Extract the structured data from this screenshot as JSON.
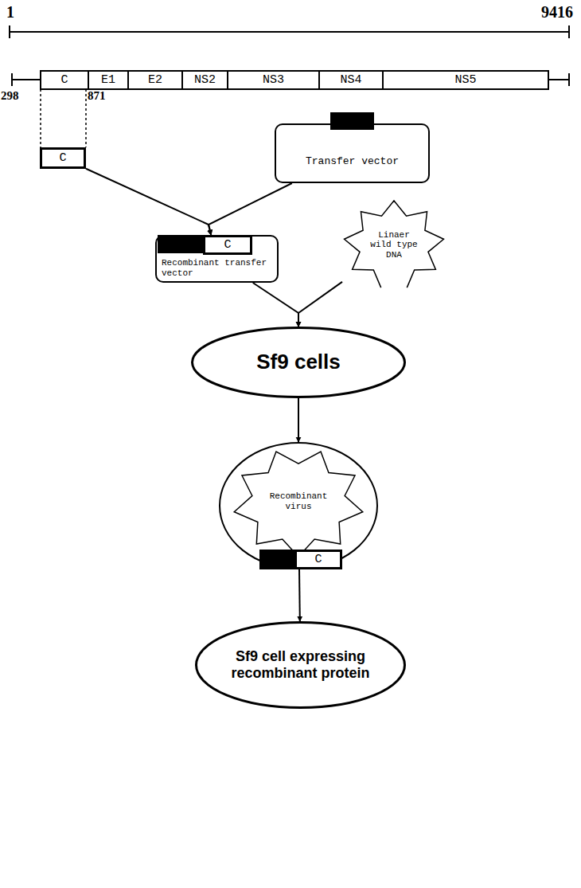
{
  "diagram": {
    "nodes": [
      {
        "text": [
          "C"
        ]
      },
      {
        "text": [
          "E1"
        ]
      },
      {
        "text": [
          "E2"
        ]
      },
      {
        "text": [
          "NS2"
        ]
      },
      {
        "text": [
          "NS3"
        ]
      },
      {
        "text": [
          "NS4"
        ]
      },
      {
        "text": [
          "NS5"
        ]
      },
      {
        "text": [
          "C"
        ]
      },
      {
        "text": [
          "Transfer vector"
        ]
      },
      {
        "text": [
          "Recombinant transfer vector"
        ]
      },
      {
        "text": [
          "C"
        ],
        "in": 9
      },
      {
        "text": [
          "Linaer wild type DNA"
        ]
      },
      {
        "text": [
          "Sf9 cells"
        ]
      },
      {
        "text": [
          "Recombinant virus"
        ]
      },
      {
        "text": [
          "C"
        ],
        "in": 13
      },
      {
        "text": [
          "Sf9 cell expressing recombinant protein"
        ]
      }
    ],
    "edges": [
      {
        "from": 7,
        "to": 9,
        "arrow": "to"
      },
      {
        "from": 8,
        "to": 9,
        "arrow": "to"
      },
      {
        "from": 9,
        "to": 12,
        "arrow": "to"
      },
      {
        "from": 11,
        "to": 12,
        "arrow": "to"
      },
      {
        "from": 12,
        "to": 13,
        "arrow": "to"
      },
      {
        "from": 13,
        "to": 15,
        "arrow": "to"
      }
    ],
    "labels": [
      "1",
      "9416",
      "298",
      "871"
    ]
  }
}
